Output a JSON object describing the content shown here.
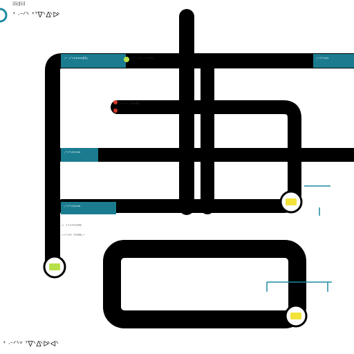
{
  "theme": {
    "track_color": "#000000",
    "accent_color": "#1a8aa0",
    "label_bg": "#1b7c90",
    "node_fill": "#ffffff",
    "marker_green": "#b6e04a",
    "marker_yellow": "#f2e23a",
    "marker_red": "#d33a2c"
  },
  "header": {
    "corner_text": "ilidiil",
    "title_text": "ᐩ ᐧᐨᐟᐠ ᐩᐪᐫᐬᐭ"
  },
  "footer": {
    "title_text": "ᐩ ᐧᐨᐟᐠᐡ ᐪᐫᐬᐭᐮ"
  },
  "labels": {
    "top_left": "ᐧᐨ ᐟᐠᐡᐢᐣᐤᐥᐦᐧ",
    "top_right": "ᐧᐨᐟᐠᐡᐢ",
    "mid_left": "ᐧᐨᐟᐠᐡᐢᐣᐤ",
    "lower_left": "ᐧᐨᐟᐠᐡᐢᐣᐤ",
    "top_center_caption": "ᐧᐨᐟᐠᐡᐢ ᐣᐤᐥᐦᐧ",
    "inner_caption": "ᐧᐨᐟᐠᐡ ᐢᐣᐤᐥᐦ",
    "side_caption_1": "ᐧᐨ ᐟᐠᐡᐢᐣᐤᐥᐦ",
    "side_caption_2": "ᐧᐨᐟᐠᐡᐢ ᐣᐤᐥᐦᐧᐨ"
  }
}
